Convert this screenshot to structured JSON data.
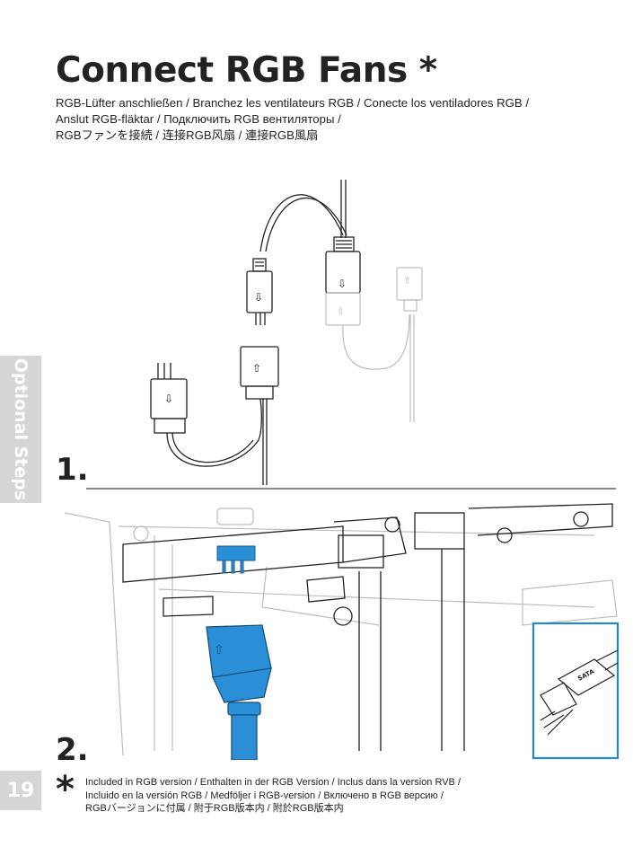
{
  "title": "Connect RGB Fans *",
  "subtitle_lines": [
    "RGB-Lüfter anschließen / Branchez les ventilateurs RGB / Conecte los ventiladores RGB /",
    "Anslut RGB-fläktar / Подключить RGB вентиляторы  /",
    "RGBファンを接続 / 连接RGB风扇 / 連接RGB風扇"
  ],
  "side_tab_label": "Optional Steps",
  "steps": [
    {
      "number": "1."
    },
    {
      "number": "2."
    }
  ],
  "sata_label": "SATA",
  "page_number": "19",
  "footnote_symbol": "*",
  "footnote_lines": [
    "Included in RGB version / Enthalten in der RGB Version / Inclus dans la version RVB  /",
    "Incluido en la versión RGB  / Medföljer i RGB-version / Включено в RGB версию  /",
    "RGBバージョンに付属  / 附于RGB版本内 / 附於RGB版本内"
  ],
  "colors": {
    "text": "#222222",
    "accent_blue": "#1e88d0",
    "connector_blue": "#2b8fd8",
    "side_tab": "#d6d6d6",
    "line_gray": "#bdbdbd"
  }
}
